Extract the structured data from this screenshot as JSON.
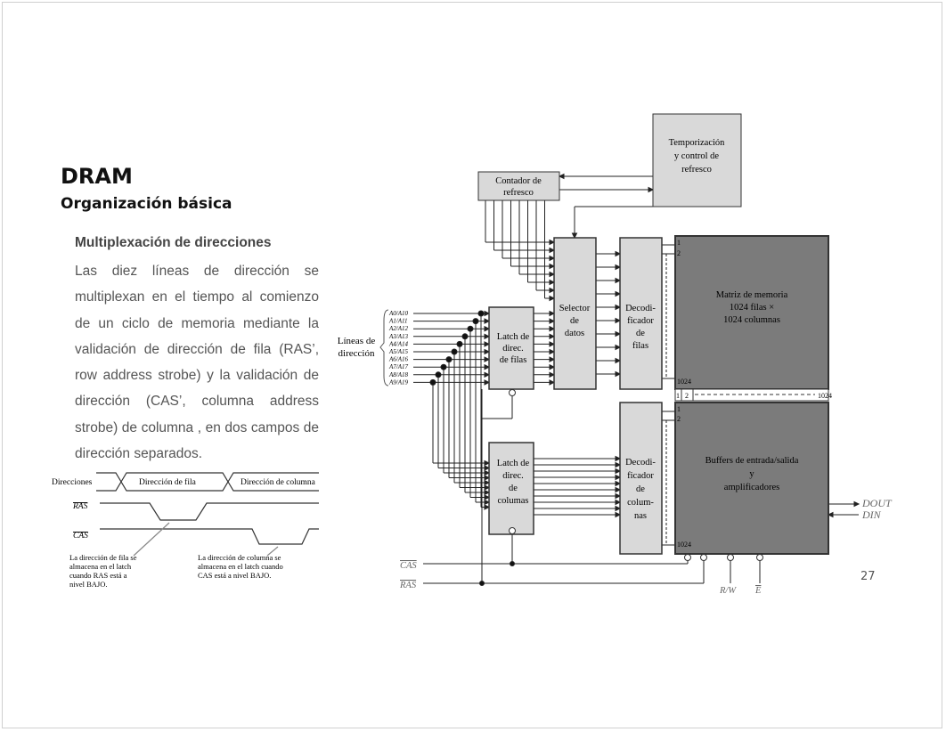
{
  "slide": {
    "title": "DRAM",
    "subtitle": "Organización básica",
    "section_heading": "Multiplexación de direcciones",
    "paragraph": "Las diez líneas de dirección se multiplexan en el tiempo al comienzo de un ciclo de memoria mediante la validación de dirección de fila (RAS’, row address strobe) y la validación de dirección (CAS’, columna address strobe) de columna , en dos campos de dirección separados.",
    "page_number": "27"
  },
  "timing": {
    "signal_direcciones": "Direcciones",
    "field_row": "Dirección de fila",
    "field_col": "Dirección de columna",
    "signal_ras": "RAS",
    "signal_cas": "CAS",
    "note_row": [
      "La dirección de fila se",
      "almacena en el latch",
      "cuando RAS está a",
      "nivel BAJO."
    ],
    "note_col": [
      "La dirección de columna se",
      "almacena en el latch cuando",
      "CAS está a nivel BAJO."
    ]
  },
  "diagram": {
    "timing_control": [
      "Temporización",
      "y control de",
      "refresco"
    ],
    "refresh_counter": [
      "Contador de",
      "refresco"
    ],
    "data_selector": [
      "Selector",
      "de",
      "datos"
    ],
    "row_decoder": [
      "Decodi-",
      "ficador",
      "de",
      "filas"
    ],
    "memory_matrix": [
      "Matriz de memoria",
      "1024 filas ×",
      "1024 columnas"
    ],
    "row_latch": [
      "Latch de",
      "direc.",
      "de filas"
    ],
    "col_latch": [
      "Latch de",
      "direc.",
      "de",
      "columas"
    ],
    "col_decoder": [
      "Decodi-",
      "ficador",
      "de",
      "colum-",
      "nas"
    ],
    "io_buffers": [
      "Buffers de entrada/salida",
      "y",
      "amplificadores"
    ],
    "address_lines_label": [
      "Líneas de",
      "dirección"
    ],
    "address_lines": [
      "A0/A10",
      "A1/A11",
      "A2/A12",
      "A3/A13",
      "A4/A14",
      "A5/A15",
      "A6/A16",
      "A7/A17",
      "A8/A18",
      "A9/A19"
    ],
    "index_1": "1",
    "index_2": "2",
    "index_1024": "1024",
    "cas": "CAS",
    "ras": "RAS",
    "rw": "R/W",
    "e": "E",
    "dout": "DOUT",
    "din": "DIN"
  },
  "colors": {
    "light_box": "#d9d9d9",
    "dark_box": "#7b7b7b"
  }
}
